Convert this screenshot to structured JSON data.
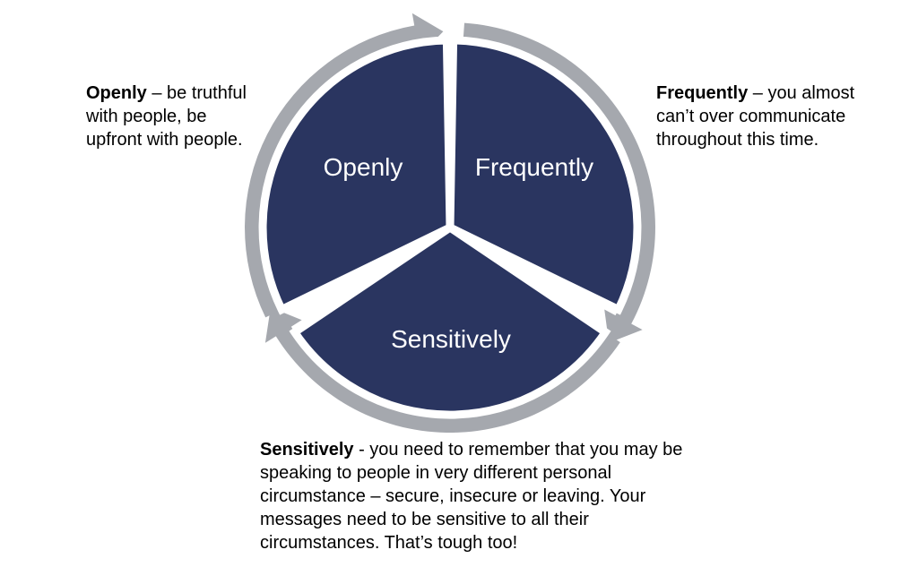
{
  "colors": {
    "segment_fill": "#2a3560",
    "arrow_fill": "#a5a8ae",
    "label_text": "#ffffff",
    "desc_text": "#000000"
  },
  "segments": [
    {
      "label": "Openly"
    },
    {
      "label": "Frequently"
    },
    {
      "label": "Sensitively"
    }
  ],
  "descriptions": {
    "openly": {
      "term": "Openly",
      "text": " – be truthful with people, be upfront with people."
    },
    "frequently": {
      "term": "Frequently",
      "text": " – you almost can’t over communicate throughout this time."
    },
    "sensitively": {
      "term": "Sensitively",
      "text": " - you need to remember that you may be speaking to people in very different personal circumstance – secure, insecure or leaving. Your messages need to be sensitive to all their circumstances. That’s tough too!"
    }
  }
}
